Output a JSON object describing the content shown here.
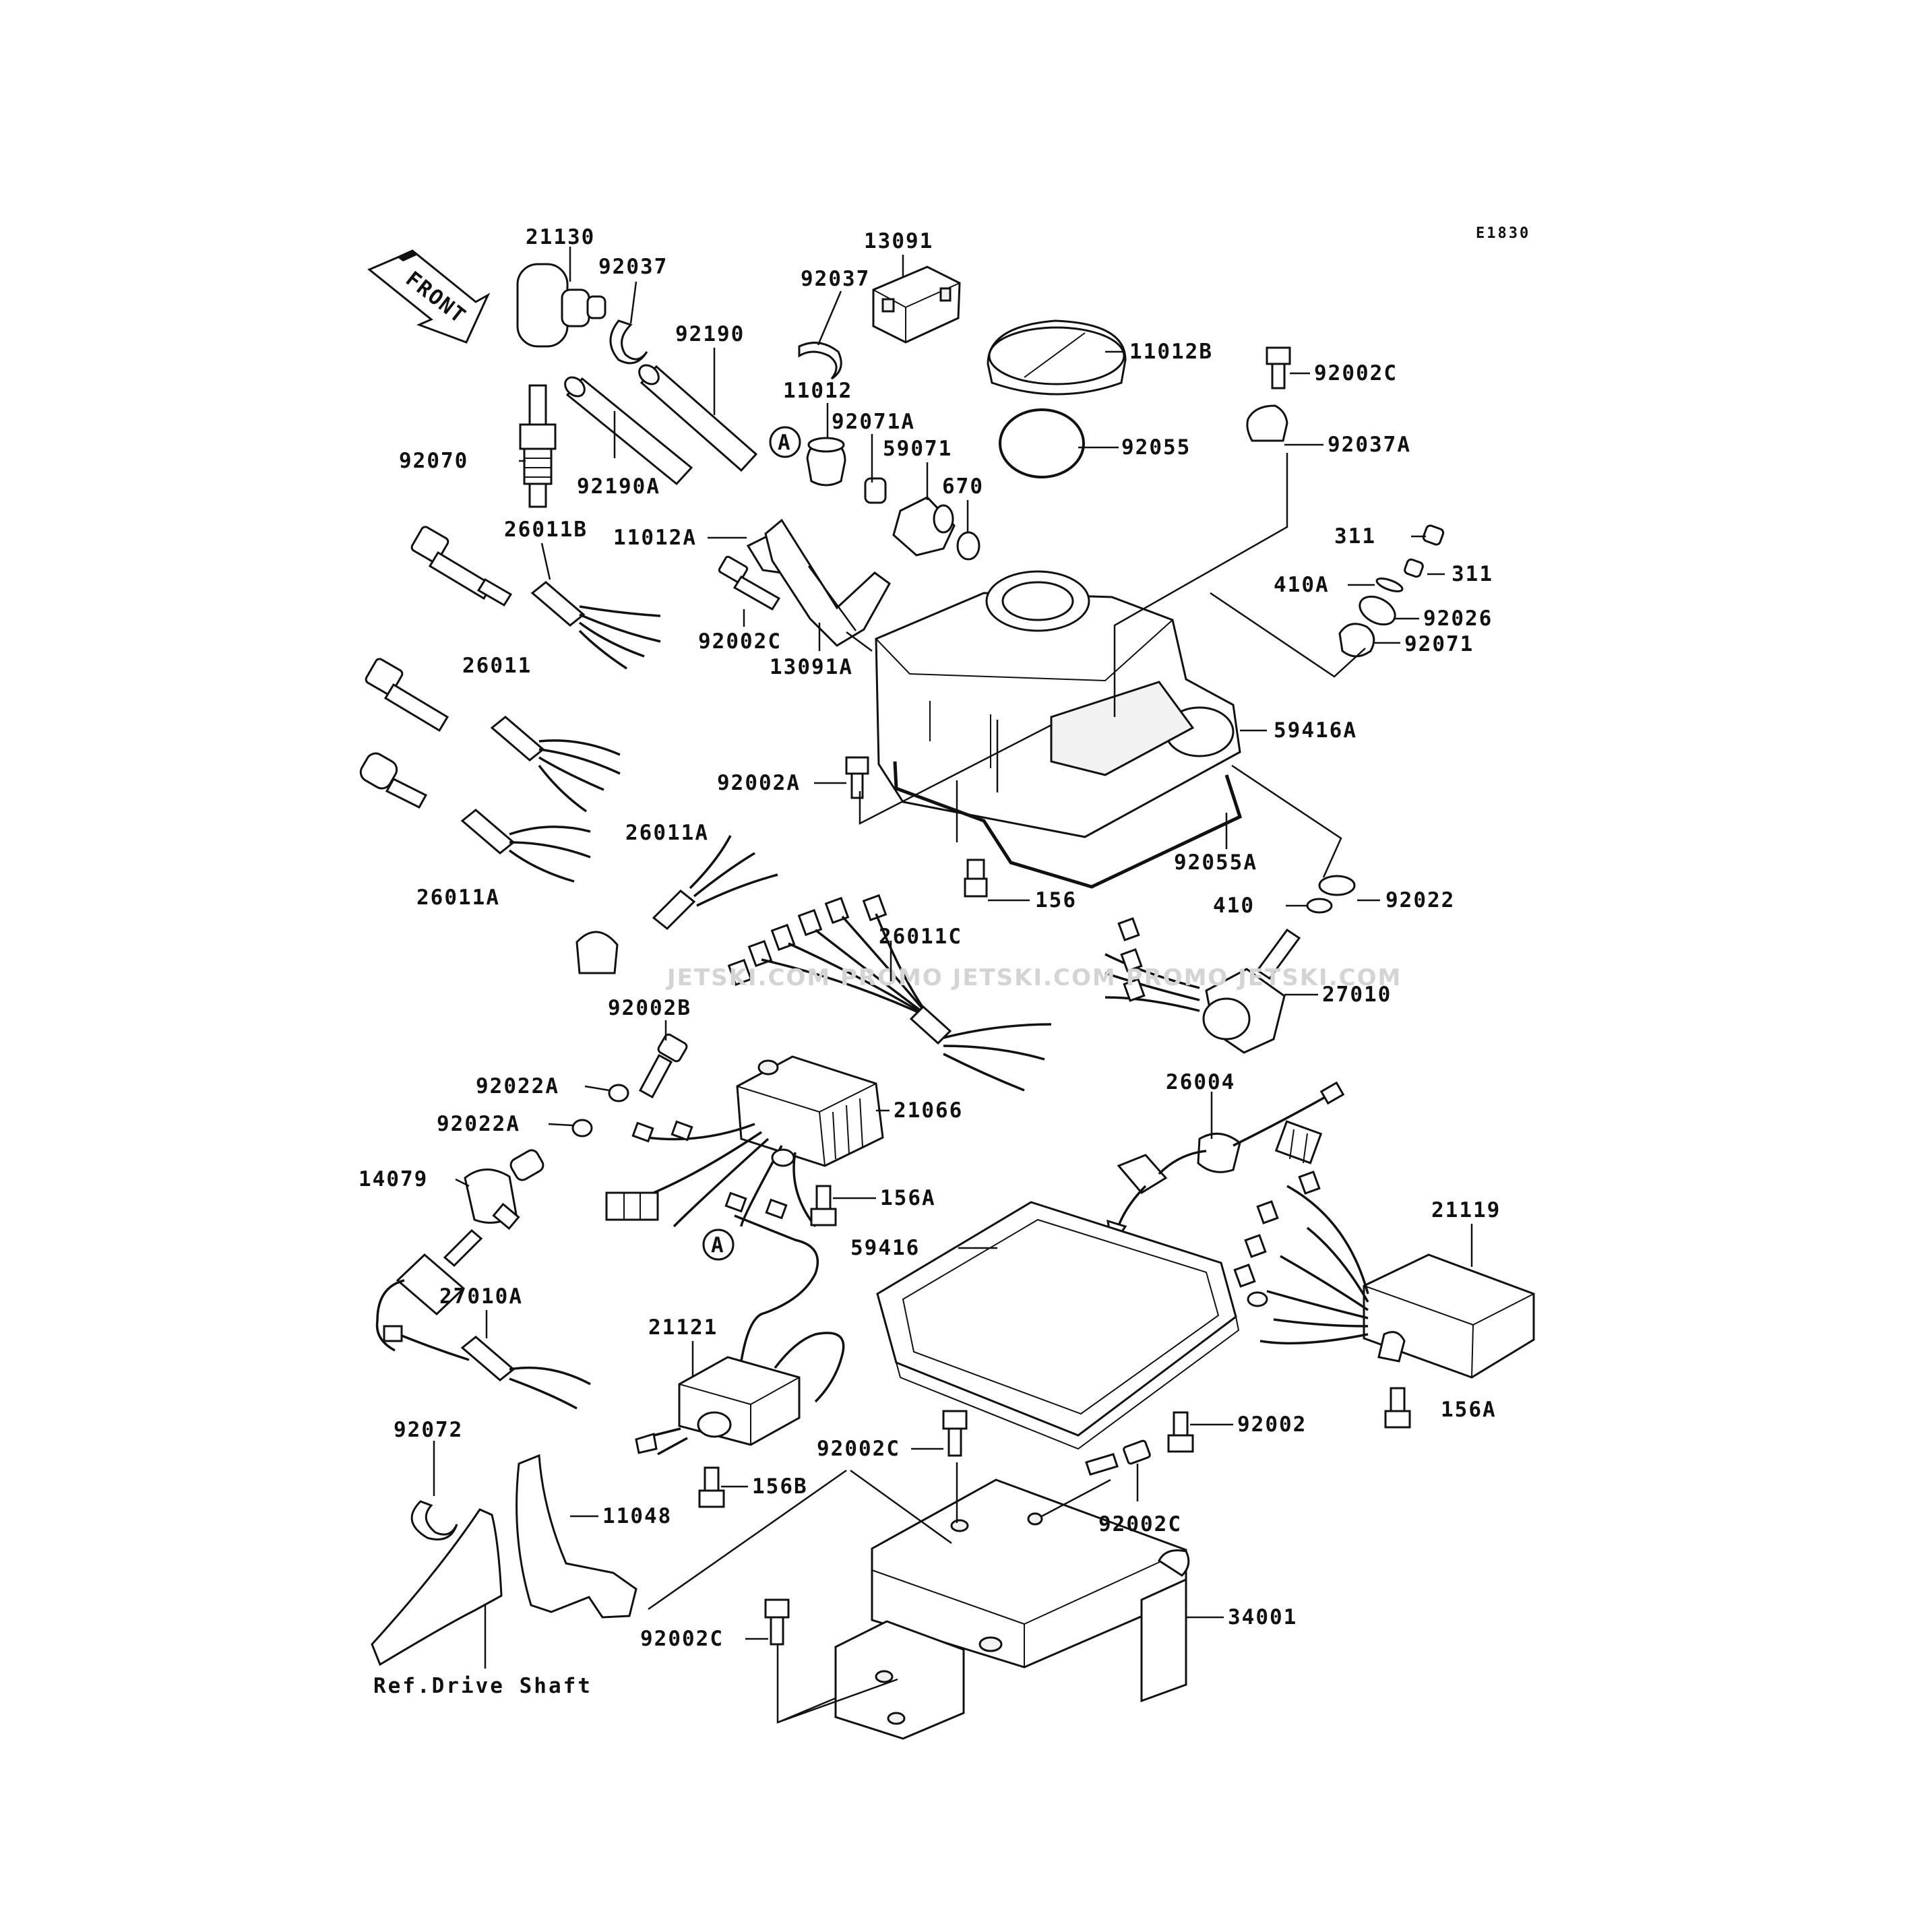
{
  "diagram_code": "E1830",
  "front_label": "FRONT",
  "reference_note": "Ref.Drive Shaft",
  "watermark": "JETSKI.COM  PROMO JETSKI.COM  PROMO JETSKI.COM",
  "callouts": {
    "p21130": "21130",
    "p92037a": "92037",
    "p92037b": "92037",
    "p13091": "13091",
    "p92190": "92190",
    "p11012": "11012",
    "p92071A": "92071A",
    "p59071": "59071",
    "p670": "670",
    "p11012B": "11012B",
    "p92055": "92055",
    "p92002C_tr": "92002C",
    "p92037A": "92037A",
    "p92070": "92070",
    "p92190A": "92190A",
    "p26011B": "26011B",
    "p11012A": "11012A",
    "p92002C_l": "92002C",
    "p13091A": "13091A",
    "p311a": "311",
    "p311b": "311",
    "p410A": "410A",
    "p92026": "92026",
    "p92071": "92071",
    "p26011": "26011",
    "p59416A": "59416A",
    "p92002A": "92002A",
    "p26011A_l": "26011A",
    "p26011A_m": "26011A",
    "p92055A": "92055A",
    "p156": "156",
    "p410": "410",
    "p92022": "92022",
    "p26011C": "26011C",
    "p27010": "27010",
    "p92002B": "92002B",
    "p92022A_a": "92022A",
    "p92022A_b": "92022A",
    "p21066": "21066",
    "p26004": "26004",
    "p14079": "14079",
    "p156A_m": "156A",
    "p21119": "21119",
    "p59416": "59416",
    "p27010A": "27010A",
    "p21121": "21121",
    "p156A_r": "156A",
    "p92002": "92002",
    "p92072": "92072",
    "p92002C_m": "92002C",
    "p156B": "156B",
    "p11048": "11048",
    "p92002C_r": "92002C",
    "p34001": "34001",
    "p92002C_b": "92002C"
  },
  "connector_marks": [
    "A",
    "A"
  ]
}
